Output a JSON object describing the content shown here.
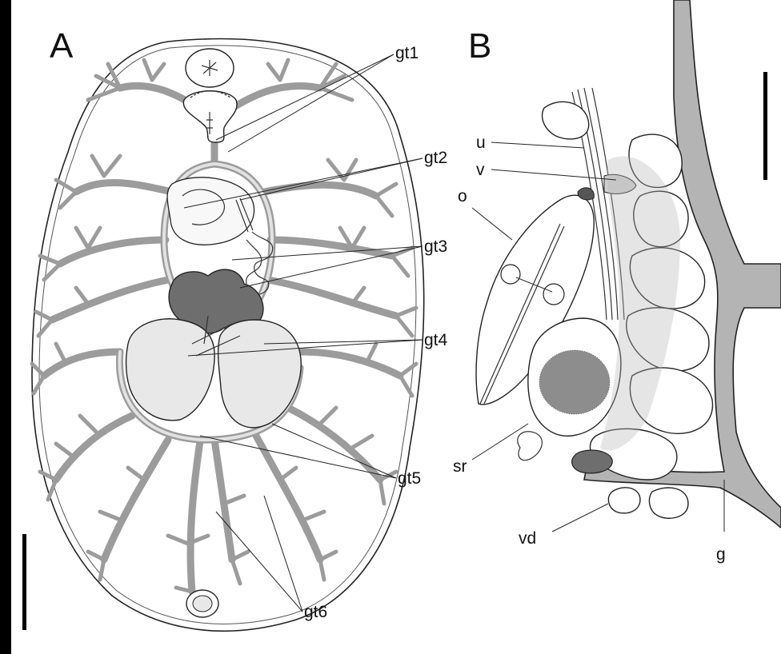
{
  "panels": {
    "a": {
      "letter": "A",
      "labels": {
        "gt1": "gt1",
        "gt2": "gt2",
        "gt3": "gt3",
        "gt4": "gt4",
        "gt5": "gt5",
        "gt6": "gt6"
      }
    },
    "b": {
      "letter": "B",
      "labels": {
        "u": "u",
        "v": "v",
        "o": "o",
        "sr": "sr",
        "vd": "vd",
        "g": "g"
      }
    }
  },
  "colors": {
    "gut": "#9c9c9c",
    "gut_light": "#e2e2e2",
    "gland_dark": "#6e6e6e",
    "gland_light": "#e8e8e8",
    "intestine_band": "#b4b4b4",
    "outline": "#222222",
    "scale_bar": "#000000"
  }
}
